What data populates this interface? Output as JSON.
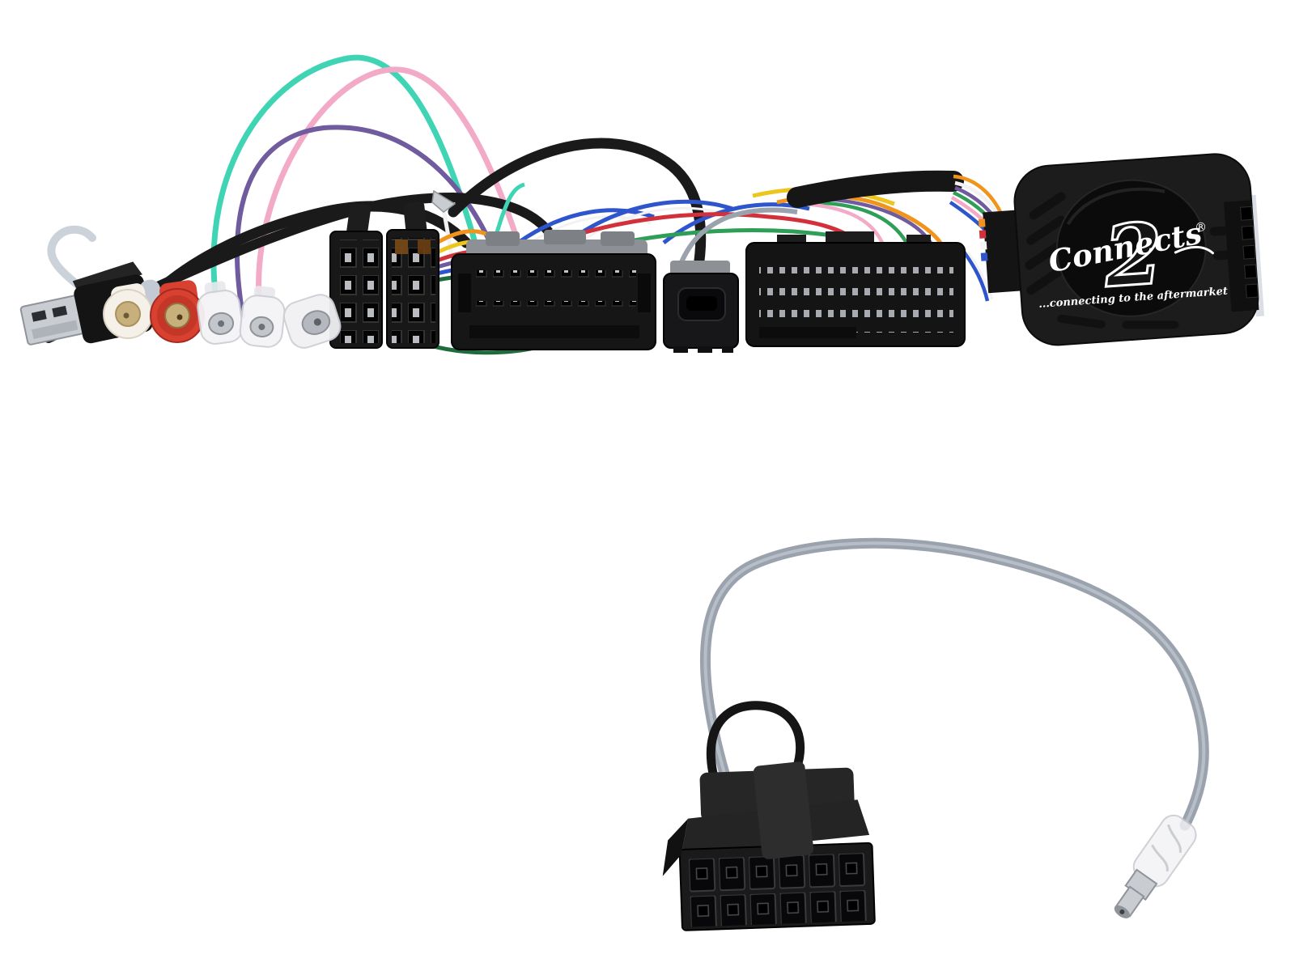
{
  "logo": {
    "brand_script": "Connects",
    "brand_numeral": "2",
    "registered_mark": "®",
    "tagline": "...connecting to the aftermarket"
  },
  "colors": {
    "background": "#ffffff",
    "cable_black": "#1a1a1a",
    "connector_black": "#161616",
    "connector_grey": "#8d9095",
    "wire_teal": "#3fd4b4",
    "wire_pink": "#f2aac6",
    "wire_purple": "#6f5b9e",
    "wire_blue": "#2f55cc",
    "wire_white": "#f2f2f2",
    "wire_green": "#2f9e57",
    "wire_green_dark": "#1e6b3c",
    "wire_orange": "#f0941c",
    "wire_yellow": "#eec51d",
    "wire_red": "#d2303a",
    "wire_grey": "#9aa3ad",
    "wire_grey_light": "#c3cad3",
    "metal_silver": "#c9ccd1",
    "metal_dark": "#8f949a",
    "rca_white_body": "#f6f1e8",
    "rca_red_body": "#d8402f",
    "rca_gold": "#c8b07c",
    "box_black": "#1c1c1c",
    "box_oval": "#0b0b0b",
    "logo_white": "#ffffff"
  }
}
